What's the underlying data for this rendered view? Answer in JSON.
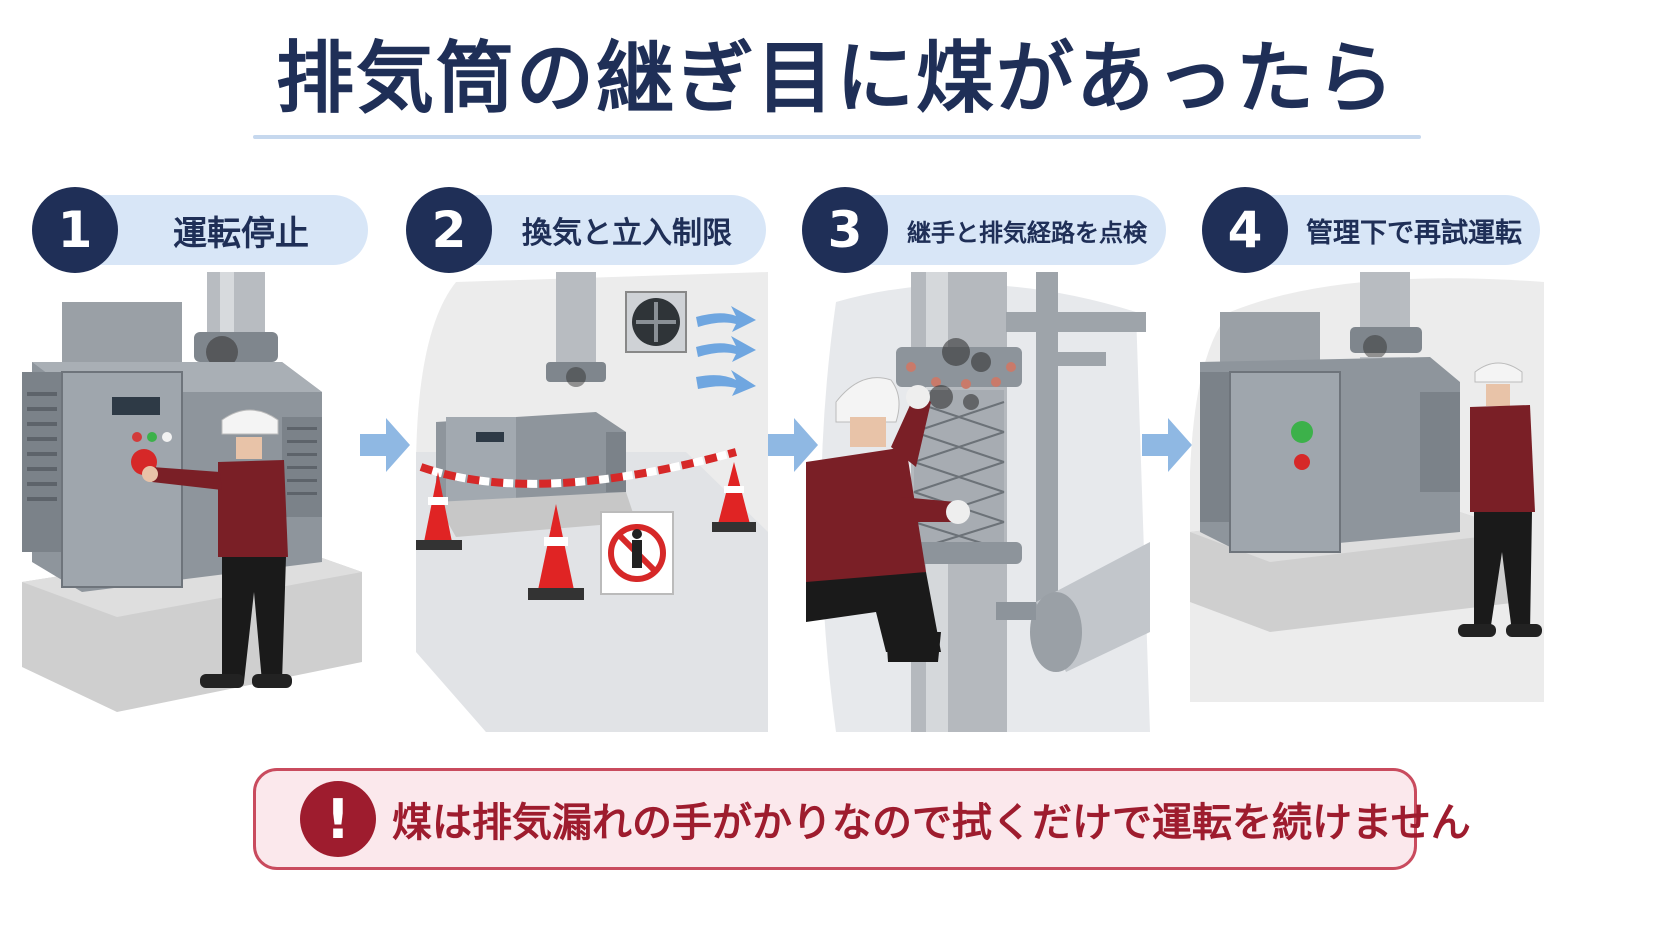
{
  "title": "排気筒の継ぎ目に煤があったら",
  "steps": [
    {
      "number": "1",
      "label": "運転停止"
    },
    {
      "number": "2",
      "label": "換気と立入制限"
    },
    {
      "number": "3",
      "label": "継手と排気経路を点検"
    },
    {
      "number": "4",
      "label": "管理下で再試運転"
    }
  ],
  "warning": {
    "icon": "exclamation-icon",
    "symbol": "!",
    "text": "煤は排気漏れの手がかりなので拭くだけで運転を続けません"
  },
  "colors": {
    "navy": "#1f2f57",
    "pill": "#d8e6f7",
    "arrow": "#8fb8e3",
    "warning_border": "#c94b5e",
    "warning_bg": "#fbe8ec",
    "warning_text": "#9e1c2e",
    "shirt": "#7a1f26",
    "machine": "#8e959c"
  }
}
